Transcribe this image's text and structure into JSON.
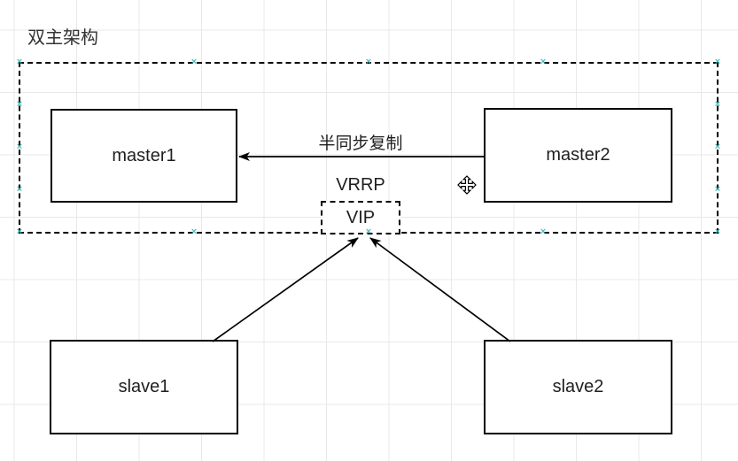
{
  "title": "双主架构",
  "diagram": {
    "nodes": {
      "master1": {
        "label": "master1"
      },
      "master2": {
        "label": "master2"
      },
      "slave1": {
        "label": "slave1"
      },
      "slave2": {
        "label": "slave2"
      },
      "vip": {
        "label": "VIP"
      }
    },
    "edges": {
      "replication": {
        "from": "master2",
        "to": "master1",
        "label": "半同步复制"
      },
      "slave1_vip": {
        "from": "slave1",
        "to": "vip",
        "label": ""
      },
      "slave2_vip": {
        "from": "slave2",
        "to": "vip",
        "label": ""
      }
    },
    "annotations": {
      "vrrp": "VRRP"
    }
  },
  "icons": {
    "selection_handle_glyph": "×",
    "move_cursor": "four-way-move-arrows"
  },
  "colors": {
    "stroke": "#000000",
    "grid": "#e8e8e8",
    "selection_handle": "#35b2b2",
    "text": "#1f1f1f"
  }
}
